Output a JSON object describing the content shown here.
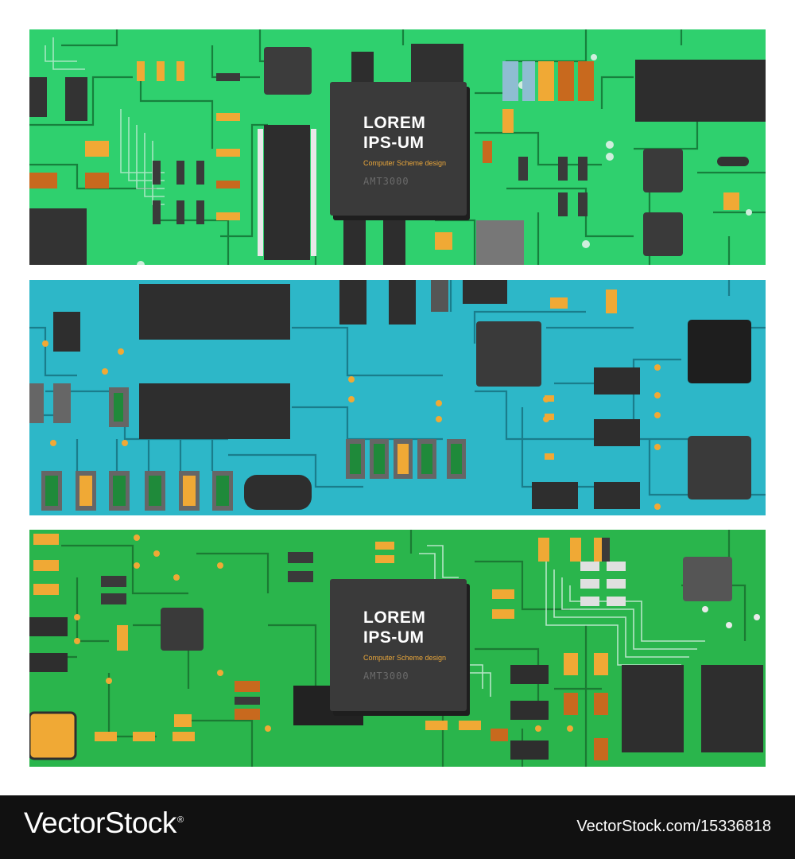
{
  "banners": [
    {
      "theme": "light-green",
      "board_color": "#2ecc71",
      "chip_title_line1": "LOREM",
      "chip_title_line2": "IPS-UM",
      "chip_subtitle": "Computer Scheme design",
      "chip_model": "AMT3000"
    },
    {
      "theme": "blue",
      "board_color": "#2bb4c6"
    },
    {
      "theme": "green",
      "board_color": "#28b24b",
      "chip_title_line1": "LOREM",
      "chip_title_line2": "IPS-UM",
      "chip_subtitle": "Computer Scheme design",
      "chip_model": "AMT3000"
    }
  ],
  "colors": {
    "trace": "#1a6e36",
    "chip_body": "#3a3a3a",
    "pad_orange": "#f0a935",
    "resistor_brown": "#c8691e",
    "white_trace": "#cfeedd"
  },
  "watermark": {
    "brand": "VectorStock",
    "registered": "®",
    "image_id": "VectorStock.com/15336818"
  }
}
